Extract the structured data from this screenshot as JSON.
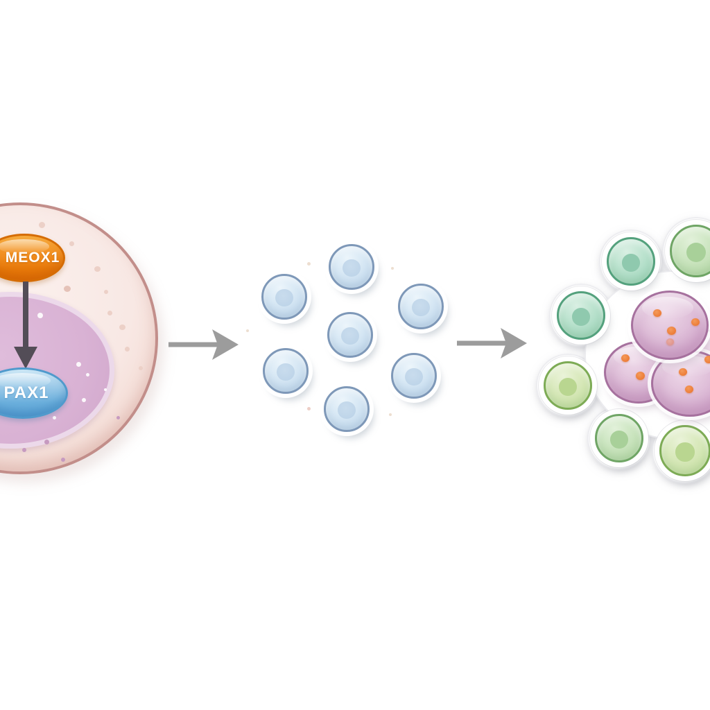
{
  "figure": {
    "background_color": "#ffffff",
    "progenitor_cell": {
      "meox1_label": "MEOX1",
      "pax1_label": "PAX1",
      "meox1_fill": "#ee8a12",
      "meox1_border": "#d56c04",
      "pax1_fill": "#69aedb",
      "pax1_border": "#4f9acc",
      "membrane_fill": "#f8e9e4",
      "membrane_border": "#c28e8a",
      "nucleus_fill": "#d9b2d4",
      "activation_arrow_color": "#534d57"
    },
    "process_arrows": {
      "count": 2,
      "color": "#9c9c9c"
    },
    "middle_cluster": {
      "cell_count": 7,
      "cell_fill": "#d3e6f4",
      "cell_border": "#7e98b8"
    },
    "right_cluster": {
      "green_cell_count": 6,
      "pink_cell_count": 4,
      "granule_count": 9,
      "teal_cell_fill": "#a5d8c0",
      "green_cell_fill": "#bcdcae",
      "yellow_green_cell_fill": "#cbe2a8",
      "pink_cell_fill": "#d6aed0",
      "pink_cell_border": "#a6719e",
      "granule_color": "#e96f28"
    }
  }
}
